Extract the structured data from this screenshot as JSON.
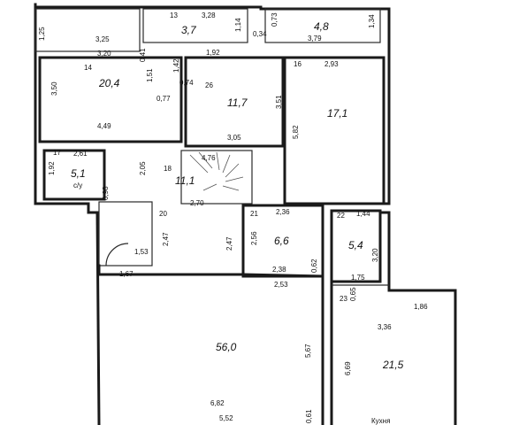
{
  "rooms": [
    {
      "id": "14",
      "area": "20,4"
    },
    {
      "id": "26",
      "area": "11,7"
    },
    {
      "id": "16",
      "area": "17,1"
    },
    {
      "id": "17",
      "area": "5,1",
      "note": "с/у"
    },
    {
      "id": "18",
      "area": "11,1"
    },
    {
      "id": "20",
      "area": ""
    },
    {
      "id": "21",
      "area": "6,6"
    },
    {
      "id": "22",
      "area": "5,4"
    },
    {
      "id": "23",
      "area": "21,5",
      "note": "Кухня"
    },
    {
      "id": "main",
      "area": "56,0"
    },
    {
      "id": "13",
      "area": "3,7"
    },
    {
      "id": "balcony_right",
      "area": "4,8"
    }
  ],
  "dimensions": {
    "d1": "3,25",
    "d2": "1,25",
    "d3": "3,20",
    "d4": "0,41",
    "d5": "3,28",
    "d6": "1,14",
    "d7": "0,34",
    "d8": "0,73",
    "d9": "3,79",
    "d10": "1,34",
    "d11": "1,92",
    "d12": "1,42",
    "d13": "0,74",
    "d14": "1,51",
    "d15": "2,93",
    "d16": "3,50",
    "d17": "0,77",
    "d18": "4,49",
    "d19": "3,51",
    "d20": "3,05",
    "d21": "5,82",
    "d22": "2,61",
    "d23": "1,92",
    "d24": "2,05",
    "d25": "4,76",
    "d26": "2,70",
    "d27": "2,36",
    "d28": "1,44",
    "d29": "2,47",
    "d30": "1,53",
    "d31": "1,67",
    "d32": "2,38",
    "d33": "0,62",
    "d34": "2,53",
    "d35": "1,75",
    "d36": "3,20",
    "d37": "0,65",
    "d38": "1,86",
    "d39": "3,36",
    "d40": "5,67",
    "d41": "6,69",
    "d42": "6,82",
    "d43": "5,52",
    "d44": "0,61",
    "d45": "0,98",
    "d46": "2,47",
    "d47": "2,56"
  }
}
